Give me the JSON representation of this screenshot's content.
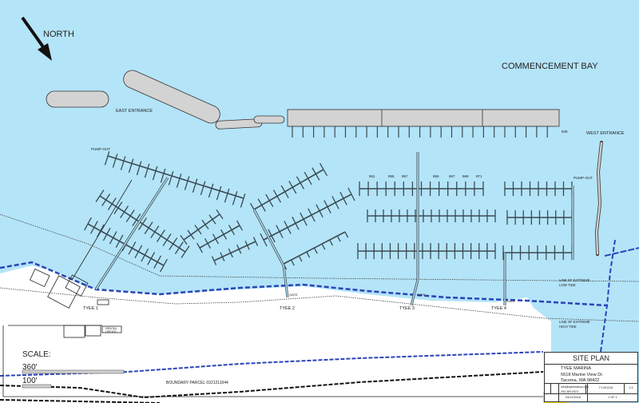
{
  "colors": {
    "water": "#b4e4f8",
    "land": "#ffffff",
    "dock": "#3b4a52",
    "breakwater": "#d3d3d3",
    "tide_line": "#2a44b8"
  },
  "north_label": "NORTH",
  "bay_label": "COMMENCEMENT BAY",
  "east_entrance": "EAST ENTRANCE",
  "west_entrance": "WEST ENTRANCE",
  "pump_out_labels": [
    "PUMP-OUT",
    "PUMP-OUT"
  ],
  "slip_labels": {
    "breakwater_end": "945",
    "row": [
      "951",
      "955",
      "957",
      "965",
      "967",
      "969",
      "971"
    ]
  },
  "tyee_labels": [
    "TYEE 1",
    "TYEE 2",
    "TYEE 3",
    "TYEE 4"
  ],
  "gate_label": "GATE",
  "low_tide": [
    "LINE OF EXTREME",
    "LOW TIDE"
  ],
  "high_tide": [
    "LINE OF EXTREME",
    "HIGH TIDE"
  ],
  "rental_office": [
    "RENTAL",
    "OFFICE"
  ],
  "scale": {
    "title": "SCALE:",
    "major": "360'",
    "minor": "100'"
  },
  "boundary_label": "BOUNDARY PARCEL 0321211044",
  "title_block": {
    "title": "SITE PLAN",
    "name": "TYEE MARINA",
    "address1": "5618 Marine View Dr.",
    "address2": "Tacoma, WA  98422",
    "email": "info@tyeemarina.com",
    "phone": "253-383-5321",
    "dwg_no": "TY-091216",
    "sheet_rev": "3.3",
    "date": "03/12/2016",
    "sheet": "1 OF 1"
  }
}
